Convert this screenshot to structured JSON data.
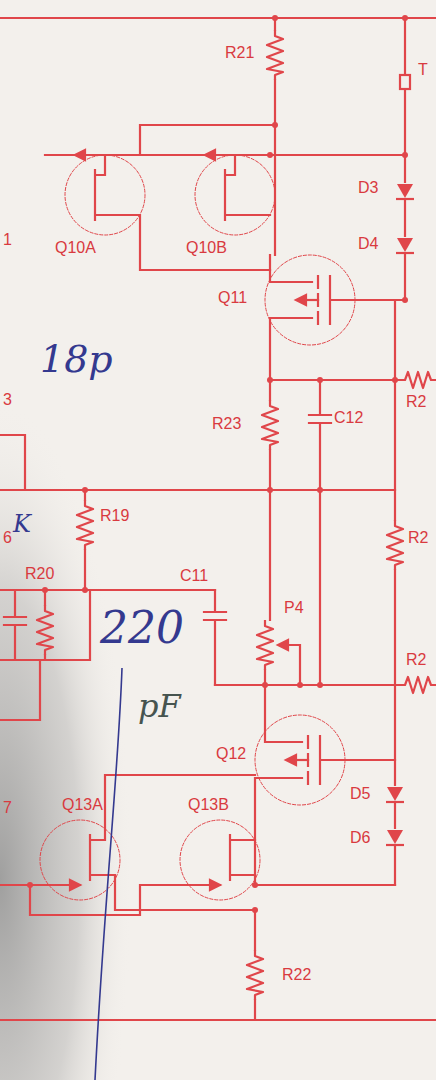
{
  "diagram": {
    "labels": [
      "R21",
      "T",
      "Q10A",
      "Q10B",
      "D3",
      "D4",
      "Q11",
      "1",
      "18p",
      "R23",
      "C12",
      "R2",
      "3",
      "R19",
      "6",
      "K",
      "R20",
      "C11",
      "R2",
      "P4",
      "R2",
      "220",
      "pF",
      "Q12",
      "Q13A",
      "Q13B",
      "D5",
      "D6",
      "7",
      "R22"
    ]
  }
}
